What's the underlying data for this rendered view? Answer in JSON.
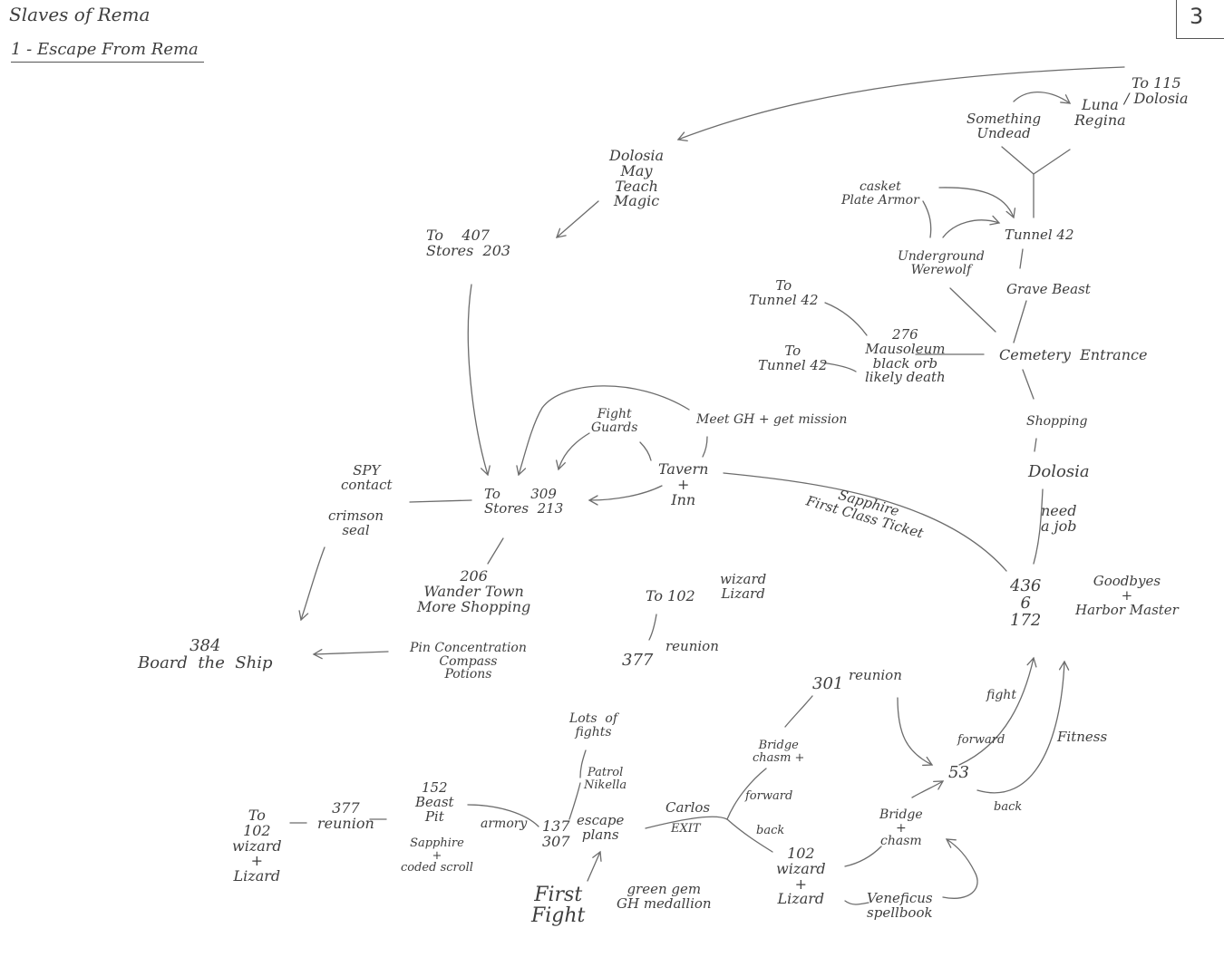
{
  "header": {
    "title": "Slaves of Rema",
    "subtitle": "1 - Escape From Rema",
    "page_number": "3"
  },
  "nodes": {
    "to_115": "To 115\n/ Dolosia",
    "luna_regina": "Luna\nRegina",
    "something_undead": "Something\nUndead",
    "dolosia_magic": "Dolosia\nMay\nTeach\nMagic",
    "casket": "casket\nPlate Armor",
    "tunnel42": "Tunnel 42",
    "underground_werewolf": "Underground\nWerewolf",
    "grave_beast": "Grave Beast",
    "to407": "To    407\nStores  203",
    "to_tunnel_a": "To\nTunnel 42",
    "mausoleum": "276\nMausoleum\nblack orb\nlikely death",
    "to_tunnel_b": "To\nTunnel 42",
    "cemetery": "Cemetery  Entrance",
    "shopping": "Shopping",
    "dolosia_town": "Dolosia",
    "need_job": "need\na job",
    "fight_guards": "Fight\nGuards",
    "meet_gh": "Meet GH + get mission",
    "tavern": "Tavern\n+\nInn",
    "spy_contact": "SPY\ncontact",
    "crimson_seal": "crimson\nseal",
    "to309": "To       309\nStores  213",
    "sapphire_ticket": "Sapphire\nFirst Class Ticket",
    "node436": "436\n6\n172",
    "goodbyes": "Goodbyes\n+\nHarbor Master",
    "node206": "206\nWander Town\nMore Shopping",
    "to102_top": "To 102",
    "wizard_lizard_top": "wizard\nLizard",
    "node384": "384\nBoard  the  Ship",
    "pin_concentration": "Pin Concentration\nCompass\nPotions",
    "node377_mid": "377",
    "reunion_mid": "reunion",
    "node301": "301",
    "reunion_301": "reunion",
    "lots_of_fights": "Lots  of\nfights",
    "fight_lbl": "fight",
    "forward_lbl": "forward",
    "fitness": "Fitness",
    "bridge_chasm_top": "Bridge\nchasm +",
    "patrol_nikella": "Patrol\nNikella",
    "node53": "53",
    "back_lbl": "back",
    "node152": "152\nBeast\nPit",
    "to102_left": "To\n102\nwizard\n+\nLizard",
    "node377_left": "377\nreunion",
    "armory": "armory",
    "sapphire_scroll": "Sapphire\n+\ncoded scroll",
    "node137": "137\n307",
    "escape_plans": "escape\nplans",
    "carlos": "Carlos",
    "exit": "EXIT",
    "forward_mid": "forward",
    "back_mid": "back",
    "bridge_chasm": "Bridge\n+\nchasm",
    "node102": "102\nwizard\n+\nLizard",
    "first_fight": "First\nFight",
    "green_gem": "green gem\nGH medallion",
    "veneficus": "Veneficus\nspellbook"
  },
  "colors": {
    "ink": "#3e3e3e",
    "pencil": "#6c6c6c",
    "paper": "#ffffff"
  }
}
